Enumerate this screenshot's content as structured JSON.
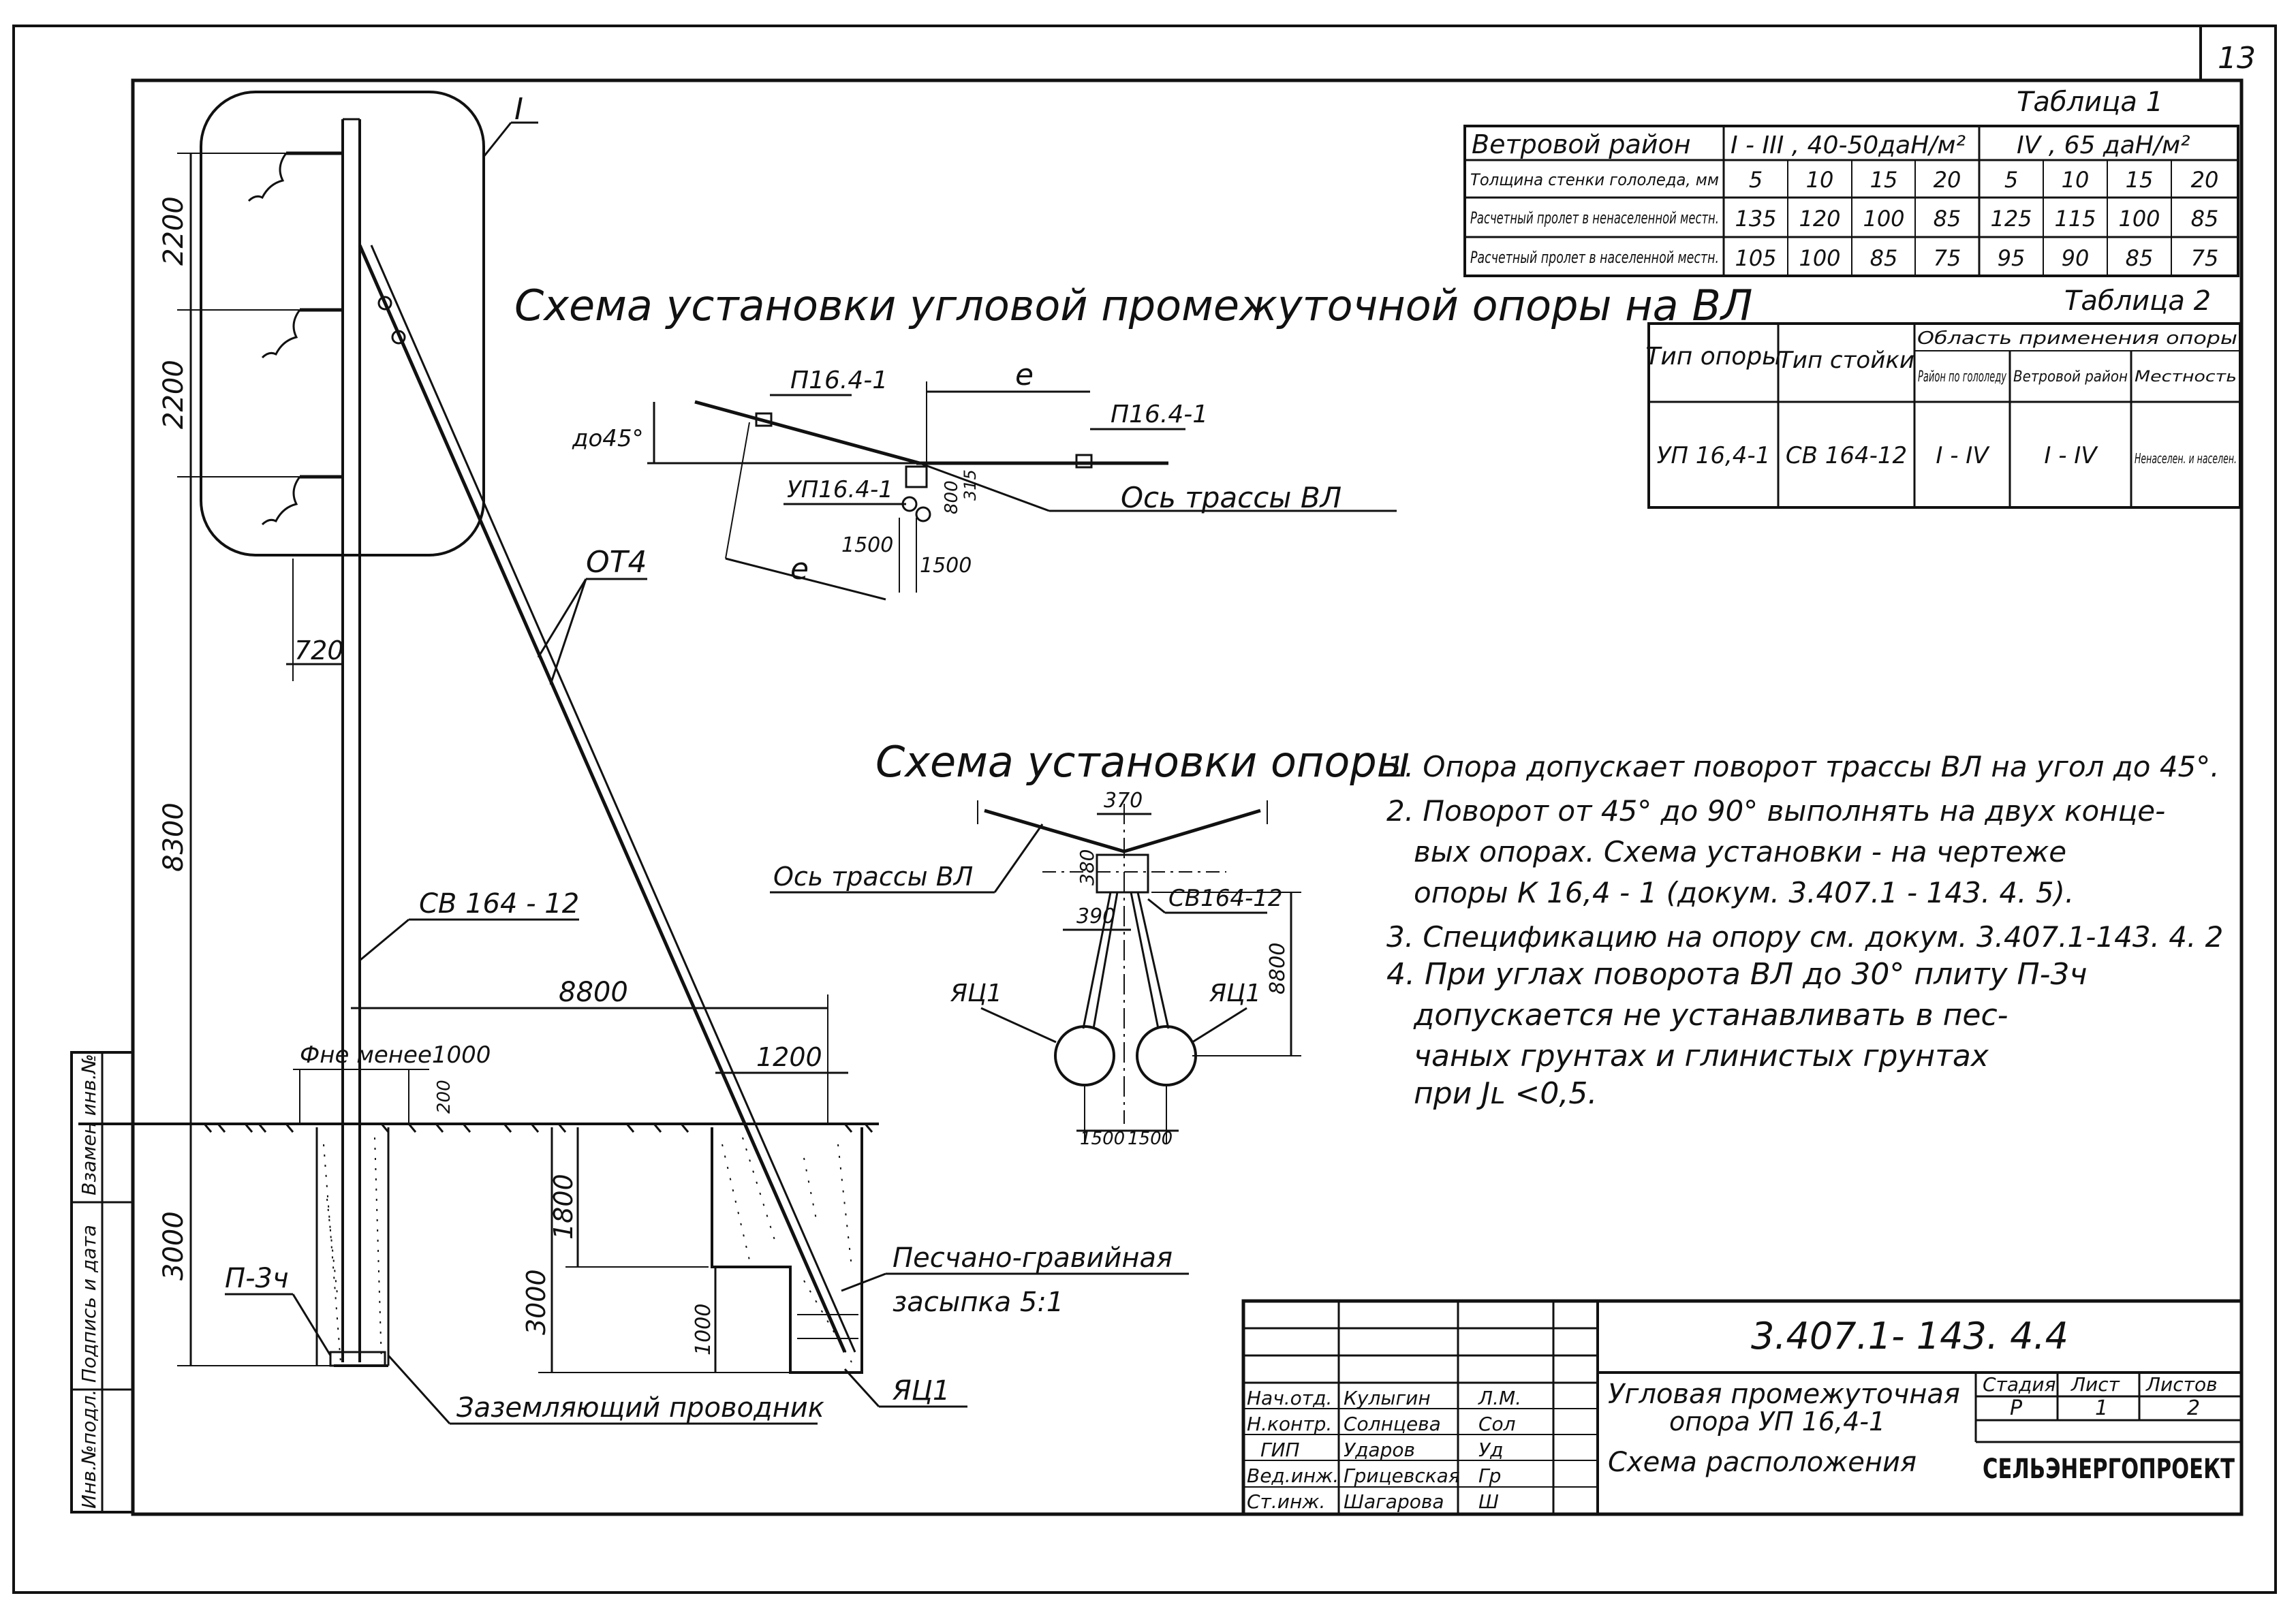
{
  "sheet": {
    "number": "13"
  },
  "titles": {
    "main_scheme": "Схема установки угловой промежуточной опоры на ВЛ",
    "install_scheme": "Схема установки опоры"
  },
  "left_view": {
    "callout_i": "I",
    "ot4": "ОТ4",
    "rack": "СВ 164 - 12",
    "plate": "П-3ч",
    "anchor": "ЯЦ1",
    "fill": "Песчано-гравийная",
    "fill2": "засыпка 5:1",
    "ground_wire": "Заземляющий проводник",
    "pit_d": "Фне менее1000",
    "dims": {
      "d2200a": "2200",
      "d2200b": "2200",
      "d8300": "8300",
      "d720": "720",
      "d8800": "8800",
      "d1200": "1200",
      "d3000a": "3000",
      "d1800": "1800",
      "d3000b": "3000",
      "d1000": "1000",
      "d200": "200"
    }
  },
  "plan_view": {
    "p1": "П16.4-1",
    "p2": "П16.4-1",
    "yp": "УП16.4-1",
    "angle": "до45°",
    "e1": "е",
    "e2": "е",
    "d1500a": "1500",
    "d1500b": "1500",
    "d800": "800",
    "d315": "315",
    "axis": "Ось трассы ВЛ"
  },
  "install_view": {
    "axis": "Ось трассы ВЛ",
    "rack": "СВ164-12",
    "a1": "ЯЦ1",
    "a2": "ЯЦ1",
    "d370": "370",
    "d380": "380",
    "d390": "390",
    "d8800": "8800",
    "d1500a": "1500",
    "d1500b": "1500"
  },
  "notes": [
    "1. Опора допускает поворот трассы ВЛ на угол до 45°.",
    "2. Поворот от 45° до 90° выполнять на двух конце-",
    "вых опорах. Схема установки - на чертеже",
    "опоры    К 16,4 - 1 (докум. 3.407.1 - 143. 4. 5).",
    "3. Спецификацию на опору см. докум. 3.407.1-143. 4. 2",
    "4. При углах поворота ВЛ до 30° плиту П-3ч",
    "допускается не устанавливать в пес-",
    "чаных грунтах и глинистых грунтах",
    "при Jʟ <0,5."
  ],
  "table1": {
    "title": "Таблица 1",
    "header_label": "Ветровой район",
    "group1": "I - III , 40-50даН/м²",
    "group2": "IV , 65 даН/м²",
    "rows": [
      {
        "label": "Толщина стенки гололеда, мм",
        "values": [
          "5",
          "10",
          "15",
          "20",
          "5",
          "10",
          "15",
          "20"
        ]
      },
      {
        "label": "Расчетный пролет в ненаселенной местн.",
        "values": [
          "135",
          "120",
          "100",
          "85",
          "125",
          "115",
          "100",
          "85"
        ]
      },
      {
        "label": "Расчетный пролет в населенной местн.",
        "values": [
          "105",
          "100",
          "85",
          "75",
          "95",
          "90",
          "85",
          "75"
        ]
      }
    ]
  },
  "table2": {
    "title": "Таблица 2",
    "col1": "Тип опоры",
    "col2": "Тип стойки",
    "area": "Область применения опоры",
    "sub1": "Район по гололеду",
    "sub2": "Ветровой район",
    "sub3": "Местность",
    "row": [
      "УП 16,4-1",
      "СВ 164-12",
      "I - IV",
      "I - IV",
      "Ненаселен. и населен."
    ]
  },
  "side_stamp": [
    "Инв.№подл.",
    "Подпись и дата",
    "Взамен инв.№"
  ],
  "title_block": {
    "code": "3.407.1- 143. 4.4",
    "name1": "Угловая промежуточная",
    "name2": "опора УП 16,4-1",
    "name3": "Схема расположения",
    "stage_h": "Стадия",
    "sheet_h": "Лист",
    "sheets_h": "Листов",
    "stage": "Р",
    "sheet": "1",
    "sheets": "2",
    "org": "СЕЛЬЭНЕРГОПРОЕКТ",
    "roles": [
      {
        "role": "Нач.отд.",
        "name": "Кулыгин",
        "sign": "Л.М."
      },
      {
        "role": "Н.контр.",
        "name": "Солнцева",
        "sign": "Сол"
      },
      {
        "role": "ГИП",
        "name": "Ударов",
        "sign": "Уд"
      },
      {
        "role": "Вед.инж.",
        "name": "Грицевская",
        "sign": "Гр"
      },
      {
        "role": "Ст.инж.",
        "name": "Шагарова",
        "sign": "Ш"
      }
    ]
  }
}
